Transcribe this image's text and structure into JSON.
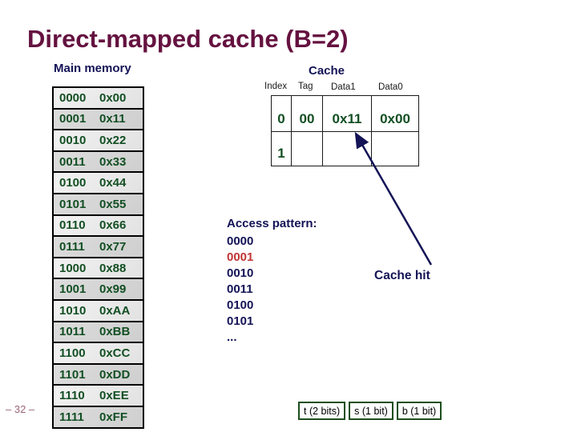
{
  "slide": {
    "title": "Direct-mapped cache (B=2)",
    "page_number": "– 32 –"
  },
  "main_memory": {
    "label": "Main memory",
    "rows": [
      {
        "address": "0000",
        "value": "0x00"
      },
      {
        "address": "0001",
        "value": "0x11"
      },
      {
        "address": "0010",
        "value": "0x22"
      },
      {
        "address": "0011",
        "value": "0x33"
      },
      {
        "address": "0100",
        "value": "0x44"
      },
      {
        "address": "0101",
        "value": "0x55"
      },
      {
        "address": "0110",
        "value": "0x66"
      },
      {
        "address": "0111",
        "value": "0x77"
      },
      {
        "address": "1000",
        "value": "0x88"
      },
      {
        "address": "1001",
        "value": "0x99"
      },
      {
        "address": "1010",
        "value": "0xAA"
      },
      {
        "address": "1011",
        "value": "0xBB"
      },
      {
        "address": "1100",
        "value": "0xCC"
      },
      {
        "address": "1101",
        "value": "0xDD"
      },
      {
        "address": "1110",
        "value": "0xEE"
      },
      {
        "address": "1111",
        "value": "0xFF"
      }
    ]
  },
  "cache": {
    "label": "Cache",
    "headers": [
      "Index",
      "Tag",
      "Data1",
      "Data0"
    ],
    "rows": [
      {
        "index": "0",
        "tag": "00",
        "data1": "0x11",
        "data0": "0x00"
      },
      {
        "index": "1",
        "tag": "",
        "data1": "",
        "data0": ""
      }
    ]
  },
  "access_pattern": {
    "label": "Access pattern:",
    "items": [
      {
        "text": "0000",
        "highlight": false
      },
      {
        "text": "0001",
        "highlight": true
      },
      {
        "text": "0010",
        "highlight": false
      },
      {
        "text": "0011",
        "highlight": false
      },
      {
        "text": "0100",
        "highlight": false
      },
      {
        "text": "0101",
        "highlight": false
      },
      {
        "text": "...",
        "highlight": false
      }
    ]
  },
  "annotations": {
    "cache_hit_label": "Cache hit"
  },
  "address_breakdown": {
    "fields": [
      "t (2 bits)",
      "s (1 bit)",
      "b (1 bit)"
    ]
  },
  "colors": {
    "title_maroon": "#651240",
    "navy": "#131356",
    "value_green": "#124f23",
    "highlight_red": "#c03535",
    "field_box_green": "#1d4f1d",
    "row_light": "#ededed",
    "row_dark": "#d5d5d5"
  }
}
